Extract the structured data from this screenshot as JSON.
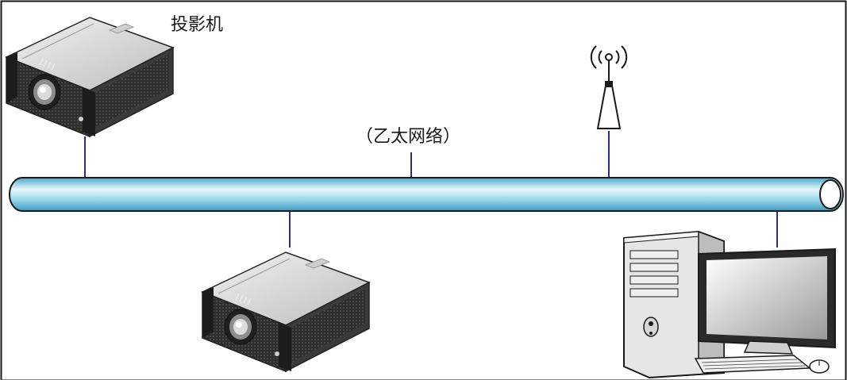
{
  "labels": {
    "projector": "投影机",
    "network": "（乙太网络）"
  },
  "nodes": [
    {
      "kind": "projector",
      "icon": "projector-icon"
    },
    {
      "kind": "projector",
      "icon": "projector-icon"
    },
    {
      "kind": "wireless-access-point",
      "icon": "wireless-antenna-icon"
    },
    {
      "kind": "desktop-computer",
      "icon": "desktop-computer-icon"
    }
  ],
  "colors": {
    "frame": "#1a1a1a",
    "connector": "#2b2f86",
    "pipe_light": "#e6f7fc",
    "pipe_mid": "#8fd3ea",
    "pipe_dark": "#4aa8c9",
    "pipe_outline": "#1a1a1a",
    "projector_body": "#3c3c3c",
    "projector_top": "#e4e4e4"
  }
}
